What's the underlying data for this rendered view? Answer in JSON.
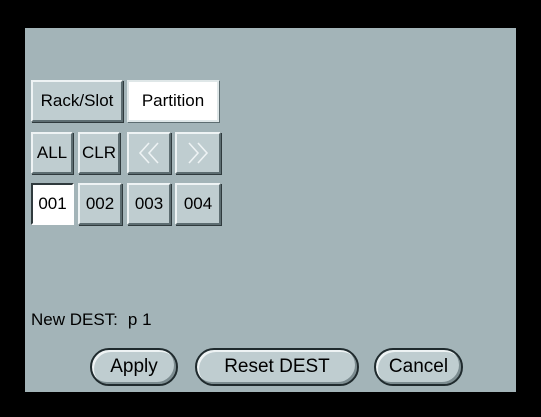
{
  "tabs": {
    "rack_slot": "Rack/Slot",
    "partition": "Partition"
  },
  "controls": {
    "all": "ALL",
    "clr": "CLR",
    "prev_icon": "double-chevron-left-icon",
    "next_icon": "double-chevron-right-icon"
  },
  "slots": [
    {
      "label": "001",
      "selected": true
    },
    {
      "label": "002",
      "selected": false
    },
    {
      "label": "003",
      "selected": false
    },
    {
      "label": "004",
      "selected": false
    }
  ],
  "status": {
    "label": "New DEST:",
    "value": "p 1"
  },
  "actions": {
    "apply": "Apply",
    "reset": "Reset DEST",
    "cancel": "Cancel"
  },
  "colors": {
    "background": "#000000",
    "panel": "#a3b4b8",
    "button": "#bfcdd0",
    "selected": "#ffffff"
  }
}
